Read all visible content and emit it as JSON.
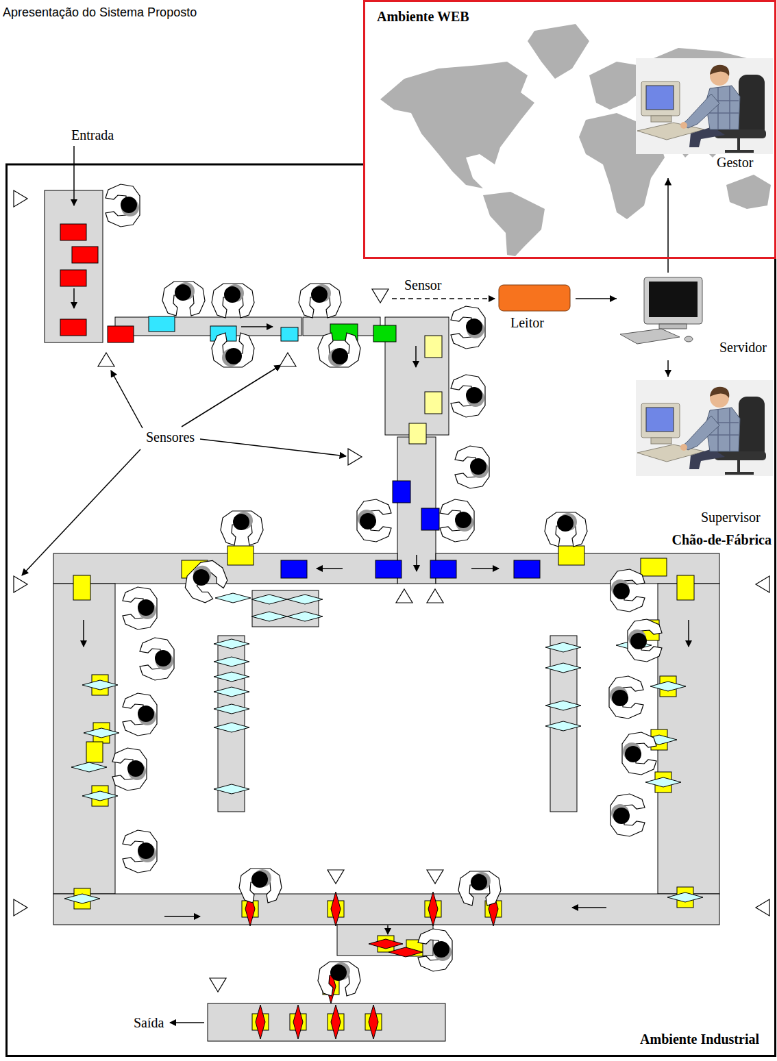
{
  "diagram": {
    "title": "Apresentação do Sistema Proposto",
    "nodes": [
      {
        "text": [
          "Ambiente WEB"
        ]
      },
      {
        "text": [
          "Gestor"
        ],
        "in": 0
      },
      {
        "text": [
          "Ambiente Industrial"
        ]
      },
      {
        "text": [
          "Leitor"
        ],
        "in": 2
      },
      {
        "text": [
          "Servidor"
        ],
        "in": 2
      },
      {
        "text": [
          "Supervisor"
        ],
        "in": 2
      }
    ],
    "edges": [
      {
        "from": 3,
        "to": 4,
        "arrow": "to"
      },
      {
        "from": 4,
        "to": 1,
        "arrow": "to"
      },
      {
        "from": 4,
        "to": 5,
        "arrow": "to"
      }
    ],
    "labels": [
      "Entrada",
      "Sensores",
      "Sensor",
      "Chão-de-Fábrica",
      "Saída"
    ]
  }
}
